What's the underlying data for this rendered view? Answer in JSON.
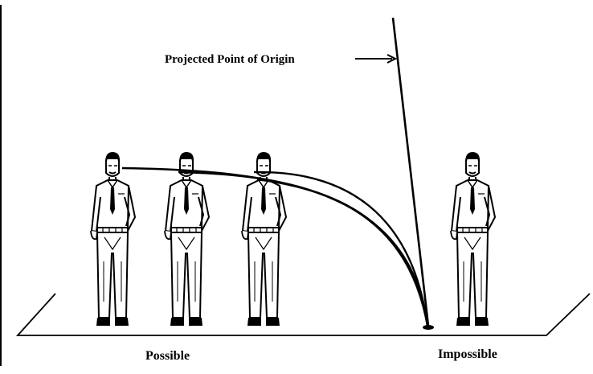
{
  "diagram": {
    "projection_label": "Projected Point of Origin",
    "caption_possible": "Possible",
    "caption_impossible": "Impossible",
    "figure_count": 4,
    "colors": {
      "ink": "#000000",
      "background": "#ffffff"
    },
    "icons": [
      "person-figure-icon",
      "arrow-right-icon",
      "blood-spot-icon"
    ]
  }
}
